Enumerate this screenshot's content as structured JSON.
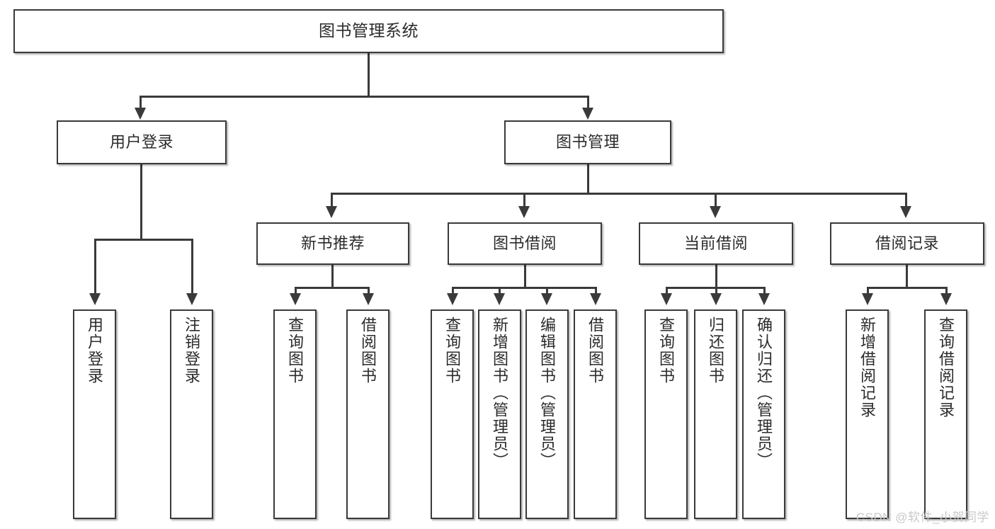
{
  "diagram": {
    "title": "图书管理系统",
    "type": "tree-hierarchy-chart",
    "root": {
      "label": "图书管理系统"
    },
    "level1": [
      {
        "label": "用户登录"
      },
      {
        "label": "图书管理"
      }
    ],
    "level2": [
      {
        "label": "新书推荐"
      },
      {
        "label": "图书借阅"
      },
      {
        "label": "当前借阅"
      },
      {
        "label": "借阅记录"
      }
    ],
    "leaves": {
      "user_login": [
        {
          "label": "用户登录"
        },
        {
          "label": "注销登录"
        }
      ],
      "new_book_recommend": [
        {
          "label": "查询图书"
        },
        {
          "label": "借阅图书"
        }
      ],
      "book_borrow": [
        {
          "label": "查询图书"
        },
        {
          "label": "新增图书（管理员）"
        },
        {
          "label": "编辑图书（管理员）"
        },
        {
          "label": "借阅图书"
        }
      ],
      "current_borrow": [
        {
          "label": "查询图书"
        },
        {
          "label": "归还图书"
        },
        {
          "label": "确认归还（管理员）"
        }
      ],
      "borrow_record": [
        {
          "label": "新增借阅记录"
        },
        {
          "label": "查询借阅记录"
        }
      ]
    }
  },
  "watermark": {
    "text": "CSDN @软件_小贺同学"
  },
  "colors": {
    "box_border": "#3a3a3a",
    "box_fill": "#ffffff",
    "text": "#2b2b2b",
    "connector": "#3a3a3a",
    "watermark": "#c9c9c9",
    "background": "#ffffff"
  }
}
